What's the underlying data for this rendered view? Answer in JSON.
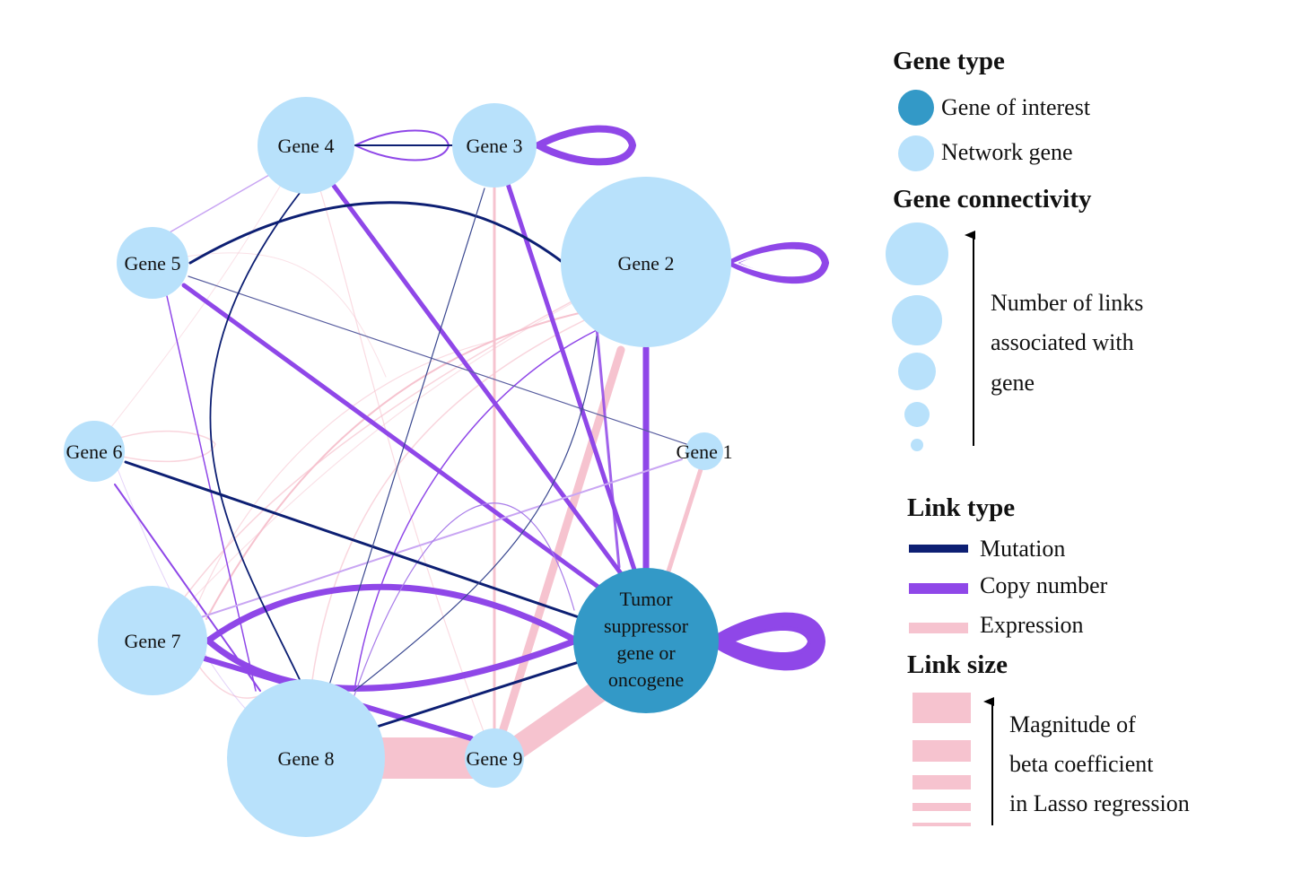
{
  "colors": {
    "gene_of_interest": "#3399c7",
    "network_gene": "#b8e1fb",
    "mutation": "#0d1f73",
    "copy_number": "#8f47e8",
    "expression": "#f6c3cf"
  },
  "network": {
    "nodes": {
      "gene1": "Gene 1",
      "gene2": "Gene 2",
      "gene3": "Gene 3",
      "gene4": "Gene 4",
      "gene5": "Gene 5",
      "gene6": "Gene 6",
      "gene7": "Gene 7",
      "gene8": "Gene 8",
      "gene9": "Gene 9",
      "tsg": [
        "Tumor",
        "suppressor",
        "gene or",
        "oncogene"
      ]
    }
  },
  "legend": {
    "gene_type": {
      "heading": "Gene type",
      "interest": "Gene of interest",
      "network": "Network gene"
    },
    "connectivity": {
      "heading": "Gene connectivity",
      "description": [
        "Number of links",
        "associated with",
        "gene"
      ]
    },
    "link_type": {
      "heading": "Link type",
      "mutation": "Mutation",
      "copy_number": "Copy number",
      "expression": "Expression"
    },
    "link_size": {
      "heading": "Link size",
      "description": [
        "Magnitude of",
        "beta coefficient",
        "in Lasso regression"
      ]
    }
  }
}
